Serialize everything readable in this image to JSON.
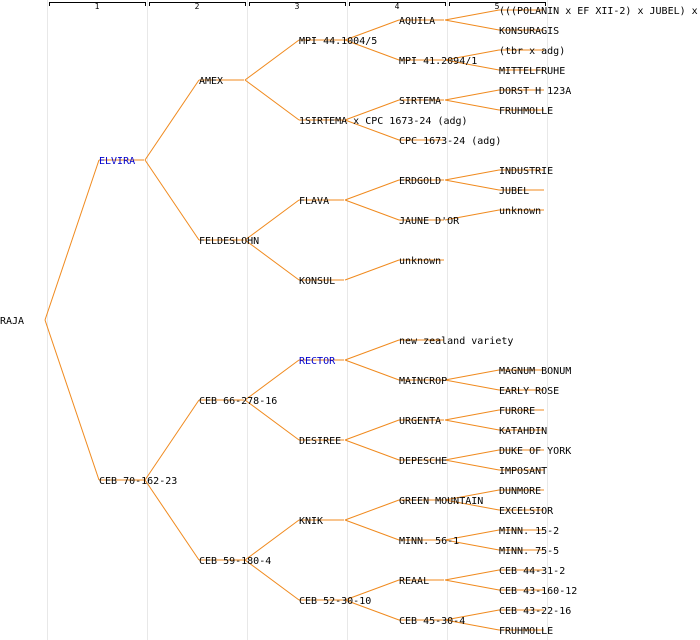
{
  "generations": [
    "1",
    "2",
    "3",
    "4",
    "5"
  ],
  "pedigree": {
    "name": "RAJA",
    "children": [
      {
        "name": "ELVIRA",
        "highlight": true,
        "children": [
          {
            "name": "AMEX",
            "children": [
              {
                "name": "MPI 44.1004/5",
                "children": [
                  {
                    "name": "AQUILA",
                    "children": [
                      {
                        "name": "(((POLANIN x EF XII-2) x JUBEL) x"
                      },
                      {
                        "name": "KONSURAGIS"
                      }
                    ]
                  },
                  {
                    "name": "MPI 41.2094/1",
                    "children": [
                      {
                        "name": "(tbr x adg)"
                      },
                      {
                        "name": "MITTELFRUHE"
                      }
                    ]
                  }
                ]
              },
              {
                "name": "1SIRTEMA x CPC 1673-24 (adg)",
                "children": [
                  {
                    "name": "SIRTEMA",
                    "children": [
                      {
                        "name": "DORST H 123A"
                      },
                      {
                        "name": "FRUHMOLLE"
                      }
                    ]
                  },
                  {
                    "name": "CPC 1673-24 (adg)"
                  }
                ]
              }
            ]
          },
          {
            "name": "FELDESLOHN",
            "children": [
              {
                "name": "FLAVA",
                "children": [
                  {
                    "name": "ERDGOLD",
                    "children": [
                      {
                        "name": "INDUSTRIE"
                      },
                      {
                        "name": "JUBEL"
                      }
                    ]
                  },
                  {
                    "name": "JAUNE D'OR",
                    "children": [
                      {
                        "name": "unknown"
                      }
                    ]
                  }
                ]
              },
              {
                "name": "KONSUL",
                "children": [
                  {
                    "name": "unknown"
                  }
                ]
              }
            ]
          }
        ]
      },
      {
        "name": "CEB 70-162-23",
        "children": [
          {
            "name": "CEB 66-278-16",
            "children": [
              {
                "name": "RECTOR",
                "highlight": true,
                "children": [
                  {
                    "name": "new zealand variety"
                  },
                  {
                    "name": "MAINCROP",
                    "children": [
                      {
                        "name": "MAGNUM BONUM"
                      },
                      {
                        "name": "EARLY ROSE"
                      }
                    ]
                  }
                ]
              },
              {
                "name": "DESIREE",
                "children": [
                  {
                    "name": "URGENTA",
                    "children": [
                      {
                        "name": "FURORE"
                      },
                      {
                        "name": "KATAHDIN"
                      }
                    ]
                  },
                  {
                    "name": "DEPESCHE",
                    "children": [
                      {
                        "name": "DUKE OF YORK"
                      },
                      {
                        "name": "IMPOSANT"
                      }
                    ]
                  }
                ]
              }
            ]
          },
          {
            "name": "CEB 59-180-4",
            "children": [
              {
                "name": "KNIK",
                "children": [
                  {
                    "name": "GREEN MOUNTAIN",
                    "children": [
                      {
                        "name": "DUNMORE"
                      },
                      {
                        "name": "EXCELSIOR"
                      }
                    ]
                  },
                  {
                    "name": "MINN. 56-1",
                    "children": [
                      {
                        "name": "MINN. 15-2"
                      },
                      {
                        "name": "MINN. 75-5"
                      }
                    ]
                  }
                ]
              },
              {
                "name": "CEB 52-30-10",
                "children": [
                  {
                    "name": "REAAL",
                    "children": [
                      {
                        "name": "CEB 44-31-2"
                      },
                      {
                        "name": "CEB 43-160-12"
                      }
                    ]
                  },
                  {
                    "name": "CEB 45-30-4",
                    "children": [
                      {
                        "name": "CEB 43-22-16"
                      },
                      {
                        "name": "FRUHMOLLE"
                      }
                    ]
                  }
                ]
              }
            ]
          }
        ]
      }
    ]
  }
}
